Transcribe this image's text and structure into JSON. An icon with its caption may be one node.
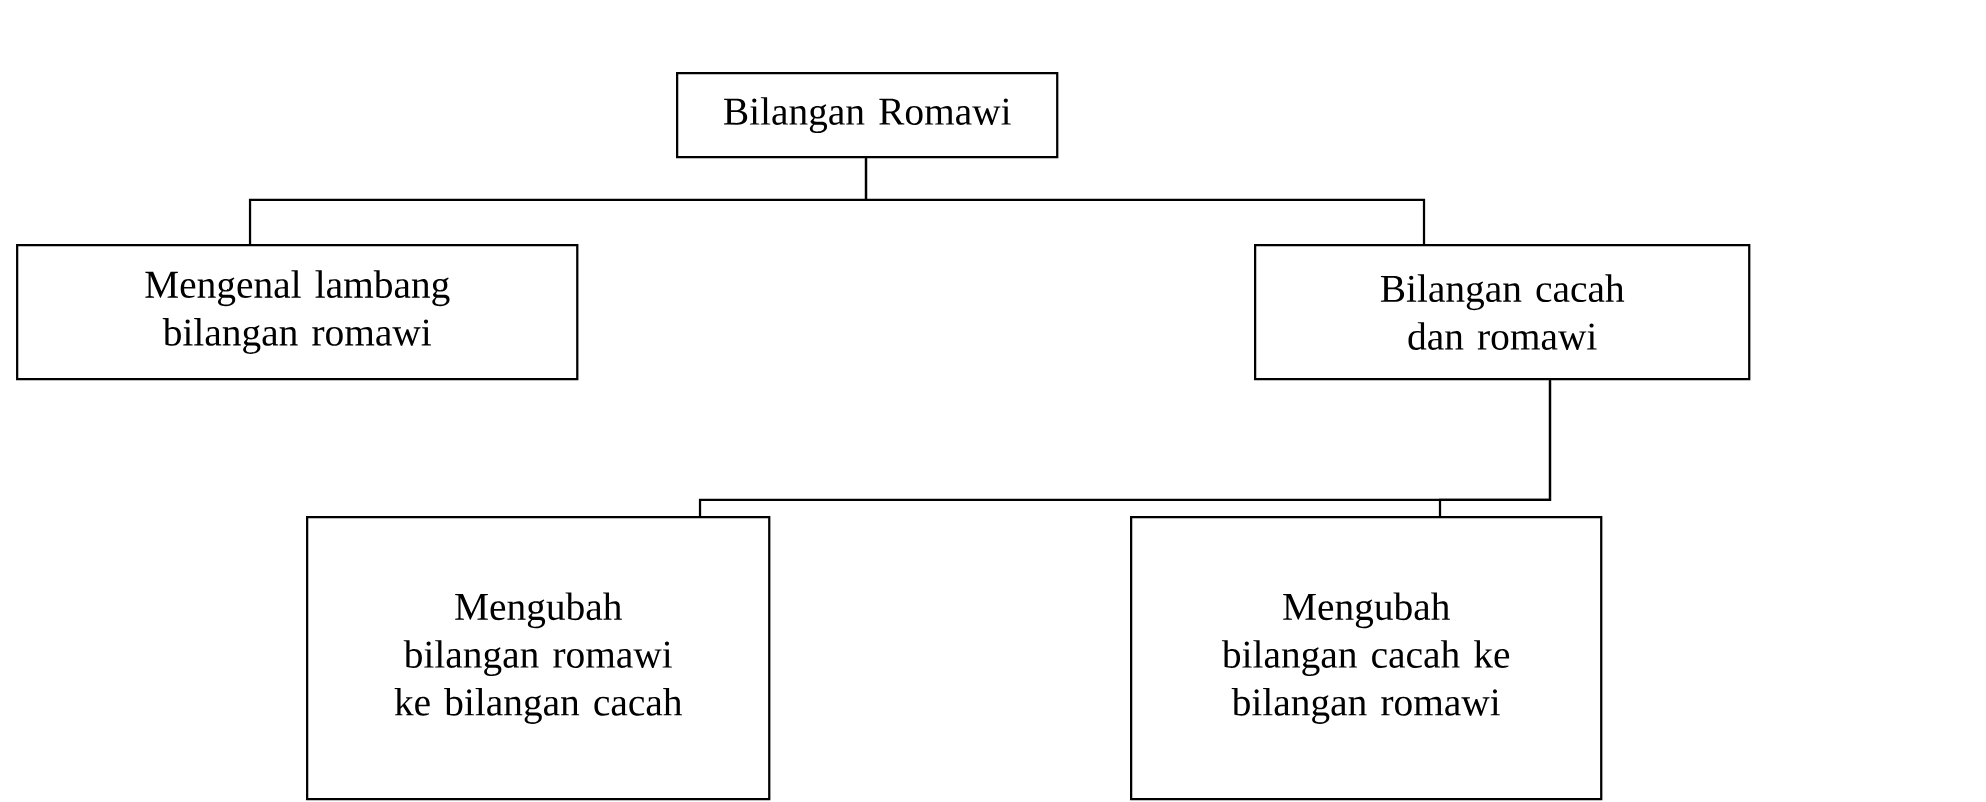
{
  "diagram": {
    "nodes": [
      {
        "text": [
          "Bilangan Romawi"
        ]
      },
      {
        "text": [
          "Mengenal lambang bilangan romawi"
        ]
      },
      {
        "text": [
          "Bilangan cacah dan romawi"
        ]
      },
      {
        "text": [
          "Mengubah bilangan romawi ke bilangan cacah"
        ]
      },
      {
        "text": [
          "Mengubah bilangan cacah ke bilangan romawi"
        ]
      }
    ],
    "edges": [
      {
        "from": 0,
        "to": 1,
        "arrow": "none"
      },
      {
        "from": 0,
        "to": 2,
        "arrow": "none"
      },
      {
        "from": 2,
        "to": 3,
        "arrow": "none"
      },
      {
        "from": 2,
        "to": 4,
        "arrow": "none"
      }
    ]
  }
}
